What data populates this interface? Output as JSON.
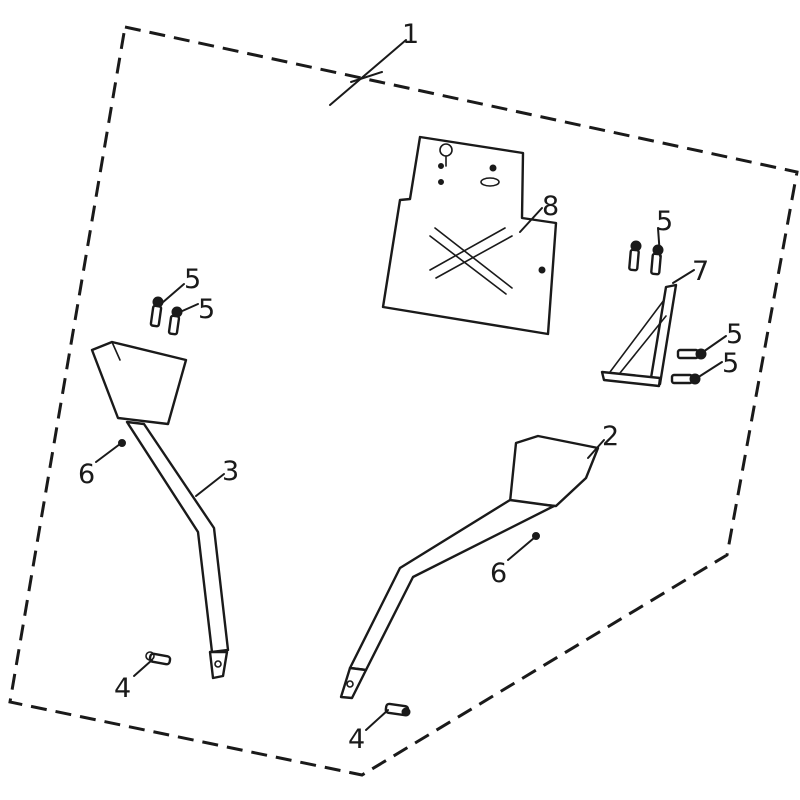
{
  "diagram": {
    "colors": {
      "ink": "#1a1a1a",
      "paper": "#ffffff"
    },
    "callouts": {
      "assembly": "1",
      "right_strut": "2",
      "left_strut": "3",
      "pin_left": "4",
      "pin_right": "4",
      "bolt_left_a": "5",
      "bolt_left_b": "5",
      "bolt_top_right": "5",
      "bolt_right_a": "5",
      "bolt_right_b": "5",
      "clip_left": "6",
      "clip_right": "6",
      "bracket": "7",
      "plate": "8"
    }
  }
}
